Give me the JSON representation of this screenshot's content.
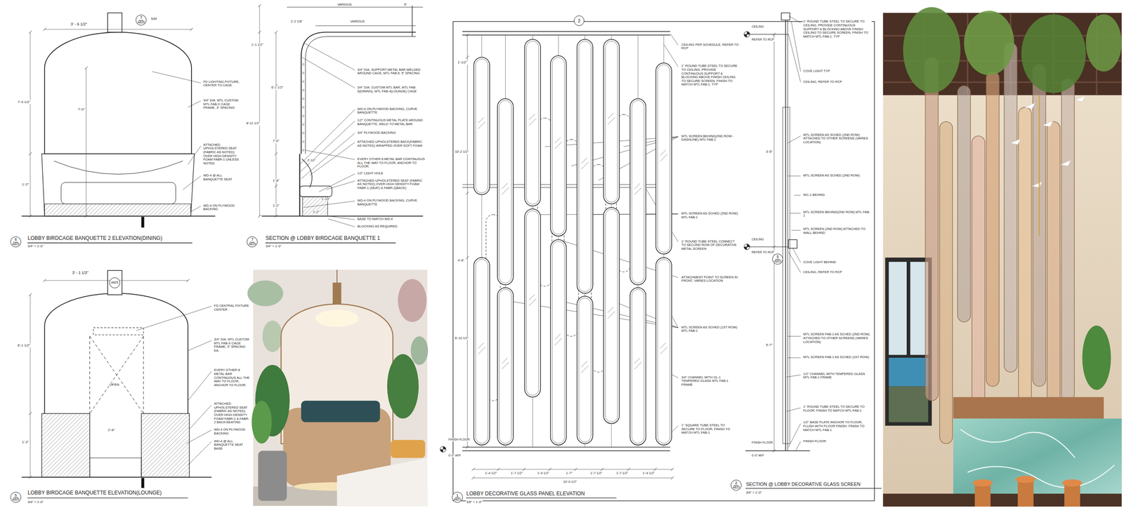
{
  "diagram": {
    "nodes": [
      {
        "text": [
          "7",
          "A825"
        ]
      },
      {
        "text": [
          "6",
          "A825"
        ]
      },
      {
        "text": [
          "7",
          "A825"
        ]
      },
      {
        "text": [
          "A825"
        ]
      },
      {
        "text": [
          "5",
          "A825"
        ]
      },
      {
        "text": [
          "2"
        ]
      },
      {
        "text": [
          "1",
          "A823"
        ]
      },
      {
        "text": [
          "5",
          "A823"
        ]
      },
      {
        "text": [
          "2",
          "A823"
        ]
      }
    ],
    "labels": [
      "SIM",
      "3' - 6 1/2\"",
      "7'-0 1/2\"",
      "1'-2\"",
      "7'-0\"",
      "FD LIGHTING FIXTURE, CENTER TO CAGE",
      "3/4\" DIA. MTL CUSTOM MTL FAB-X CAGE FRAME, 3\" SPACING",
      "ATTACHED UPHOLSTERED SEAT (FABRIC AS NOTED) OVER HIGH DENSITY FOAM FABR-1 UNLESS NOTED",
      "WD-4 @ ALL BANQUETTE SEAT",
      "WD-4 ON PLYWOOD BACKING",
      "LOBBY BIRDCAGE BANQUETTE 2 ELEVATION(DINING)",
      "3/4\" = 1'-0\"",
      "VARIOUS",
      "5\"",
      "2'-2 1/8\"",
      "VARIOUS",
      "1'-1 1/2\"",
      "8'-11 1/2\"",
      "6'-1 1/2\"",
      "7'-0\"",
      "1'-8\"",
      "1'-2\"",
      "2'-10\"",
      "1'-10\"",
      "2'-2\"",
      "3/4\" DIA. SUPPORT METAL BAR WELDED AROUND CAGE, MTL FAB-5, 5\" SPACING",
      "3/4\" DIA. CUSTOM MTL BAR, MTL FAB-5(DINING), MTL FAB-4(LOUNGE) CAGE",
      "WD-4 ON PLYWOOD BACKING, CURVE BANQUETTE",
      "1/2\" CONTINUOUS METAL PLATE AROUND BANQUETTE, WELD TO METAL BAR",
      "3/4\" PLYWOOD BACKING",
      "ATTACHED UPHOLSTERED BACK(FABRIC AS NOTED) WRAPPED OVER SOFT FOAM",
      "EVERY OTHER 8 METAL BAR CONTINUOUS ALL THE WAY TO FLOOR, ANCHOR TO FLOOR.",
      "1/2\" LIGHT HOLE",
      "ATTACHED UPHOLSTERED SEAT (FABRIC AS NOTED) OVER HIGH DENSITY FOAM FABR-1 (SEAT) & FABR-2(BACK)",
      "WD-4 ON PLYWOOD BACKING, CURVE BANQUETTE",
      "BASE TO MATCH WD-4",
      "BLOCKING AS REQUIRED",
      "SECTION @ LOBBY BIRDCAGE BANQUETTE 1",
      "3/4\" = 1'-0\"",
      "3' - 1 1/2\"",
      "6'-1 1/2\"",
      "1'-2\"",
      "OPEN",
      "2'-6\"",
      "FD CENTRAL FIXTURE CENTER",
      "3/4\" DIA. MTL CUSTOM MTL FAB-X CAGE FRAME, 3\" SPACING EA.",
      "EVERY OTHER 8 METAL BAR CONTINUOUS ALL THE WAY TO FLOOR, ANCHOR TO FLOOR.",
      "ATTACHED UPHOLSTERED SEAT (FABRIC AS NOTED) OVER HIGH DENSITY FOAM FABR-1 & FABR-2 BACK/SEATING",
      "WD-4 ON PLYWOOD BACKING",
      "WD-4 @ ALL BANQUETTE SEAT BASE",
      "LOBBY BIRDCAGE BANQUETTE ELEVATION(LOUNGE)",
      "3/4\" = 1'-0\"",
      "1'-1/2\"",
      "10'-2 1/2\"",
      "4'-6\"",
      "6'-10 1/2\"",
      "1'-4 1/2\"",
      "1'-7 1/2\"",
      "1'-4 1/2\"",
      "1'-7\"",
      "1'-7 1/2\"",
      "1'-7 1/2\"",
      "1'-4 1/2\"",
      "10'-9 1/2\"",
      "FINISH FLOOR",
      "0'-0\" AFF",
      "CEILING PER SCHEDULE, REFER TO RCP",
      "1\" ROUND TUBE STEEL TO SECURE TO CEILING, PROVIDE CONTINUOUS SUPPORT & BLOCKING ABOVE FINISH CEILING TO SECURE SCREEN, FINISH TO MATCH MTL FAB-1. TYP",
      "MTL SCREEN BEHIND(2ND ROW - DASHLINE) MTL FAB-1",
      "MTL SCREEN AS SCHED (2ND ROW) MTL FAB-1",
      "1\" ROUND TUBE STEEL CONNECT TO SECOND ROW OF DECORATIVE METAL SCREEN",
      "ATTACHMENT POINT TO SCREEN IN FRONT. VARIES LOCATION",
      "MTL SCREEN AS SCHED (1ST ROW) MTL FAB-1",
      "3/4\" CHANNEL WITH GL-1 TEMPERED GLASS MTL FAB-1 FRAME",
      "1\" SQUARE TUBE STEEL TO SECURE TO FLOOR, FINISH TO MATCH MTL FAB-1",
      "LOBBY DECORATIVE GLASS PANEL ELEVATION",
      "3/8\" = 1'-0\"",
      "CEILING",
      "REFER TO RCP",
      "CEILING",
      "REFER TO RCP",
      "FINISH FLOOR",
      "0'-0\" AFF",
      "3'-5\"",
      "5'-7\"",
      "1\" ROUND TUBE STEEL TO SECURE TO CEILING, PROVIDE CONTINUOUS SUPPORT & BLOCKING ABOVE FINISH CEILING TO SECURE SCREEN, FINISH TO MATCH MTL FAB-1. TYP",
      "COVE LIGHT TYP",
      "CEILING, REFER TO RCP",
      "MTL SCREEN AS SCHED (2ND ROW) ATTACHED TO OTHER SCREENS (VARIES LOCATION)",
      "MTL SCREEN AS SCHED (2ND ROW)",
      "WC-1 BEHIND",
      "MTL SCREEN BEHIND(2ND ROW) MTL FAB-1",
      "MTL SCREEN (2ND ROW) ATTACHED TO WALL BEHIND",
      "COVE LIGHT BEHIND",
      "CEILING, REFER TO RCP",
      "MTL SCREEN FAB-1 AS SCHED (2ND ROW) ATTACHED TO OTHER SCREENS (VARIES LOCATION)",
      "MTL SCREEN FAB-1 AS SCHED (1ST ROW)",
      "1/2\" CHANNEL WITH TEMPERED GLASS MTL FAB-1 FRAME",
      "1\" ROUND TUBE STEEL TO SECURE TO FLOOR, FINISH TO MATCH MTL FAB-1",
      "1/2\" BASE PLATE ANCHOR TO FLOOR, FLUSH WITH FLOOR FINISH. FINISH TO MATCH MTL FAB-1",
      "FINISH FLOOR",
      "SECTION @ LOBBY DECORATIVE GLASS SCREEN",
      "3/4\" = 1'-0\""
    ]
  }
}
